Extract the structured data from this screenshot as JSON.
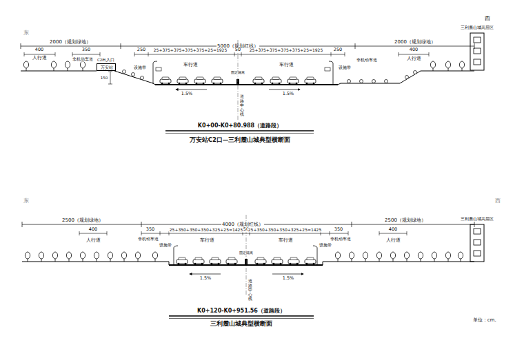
{
  "diagram": {
    "nodes": [
      {
        "text": [
          "C2出入口",
          "万安站"
        ]
      }
    ],
    "labels": [
      "东",
      "西",
      "三利麓山城高层区",
      "2000（规划绿地）",
      "5000（规划红线）",
      "2000（规划绿地）",
      "400",
      "350",
      "250",
      "25+375+375+375+375+25=1925",
      "50",
      "25+375+375+375+375+25=1925",
      "250",
      "400",
      "人行道",
      "非机动车道",
      "设施带",
      "车行道",
      "车行道",
      "设施带",
      "非机动车道",
      "人行道",
      "150",
      "固定隔离",
      "道路中心线",
      "1.5%",
      "1.5%",
      "K0+00-K0+80.988（道路段）",
      "万安站C2口—三利麓山城典型横断面",
      "东",
      "西",
      "三利麓山城高层区",
      "2500（规划绿地）",
      "4000（规划红线）",
      "2500（规划绿地）",
      "400",
      "350",
      "25+350+350+350+325+25=1425",
      "50",
      "25+350+350+350+325+25=1425",
      "350",
      "400",
      "人行道",
      "非机动车道",
      "设施带",
      "车行道",
      "车行道",
      "设施带",
      "非机动车道",
      "人行道",
      "固定隔离",
      "道路中心线",
      "1.5%",
      "1.5%",
      "K0+120-K0+951.56（道路段）",
      "三利麓山城典型横断面",
      "单位：cm。"
    ]
  }
}
